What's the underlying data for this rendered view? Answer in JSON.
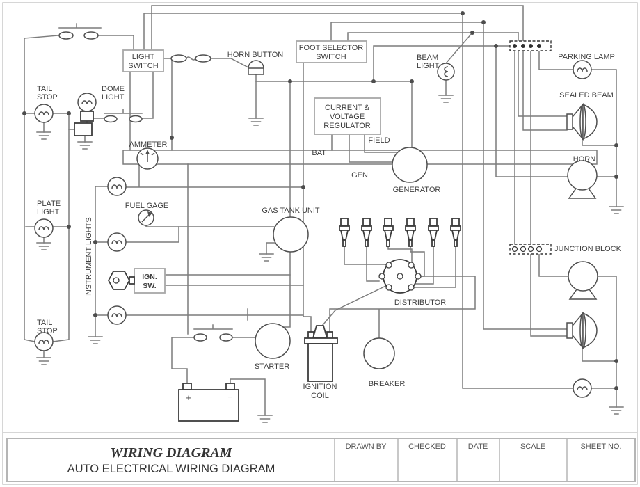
{
  "labels": {
    "tail_stop_top": [
      "TAIL",
      "STOP"
    ],
    "dome_light": [
      "DOME",
      "LIGHT"
    ],
    "light_switch": [
      "LIGHT",
      "SWITCH"
    ],
    "horn_button": "HORN BUTTON",
    "foot_selector_switch": [
      "FOOT SELECTOR",
      "SWITCH"
    ],
    "beam_light": [
      "BEAM",
      "LIGHT"
    ],
    "parking_lamp": "PARKING LAMP",
    "sealed_beam": "SEALED BEAM",
    "horn": "HORN",
    "junction_block": "JUNCTION BLOCK",
    "ammeter": "AMMETER",
    "regulator": [
      "CURRENT &",
      "VOLTAGE",
      "REGULATOR"
    ],
    "bat": "BAT",
    "field": "FIELD",
    "gen": "GEN",
    "generator": "GENERATOR",
    "fuel_gage": "FUEL GAGE",
    "gas_tank_unit": "GAS TANK UNIT",
    "instrument_lights": "INSTRUMENT LIGHTS",
    "ignition_switch": [
      "IGN.",
      "SW."
    ],
    "plate_light": [
      "PLATE",
      "LIGHT"
    ],
    "tail_stop_bottom": [
      "TAIL",
      "STOP"
    ],
    "distributor": "DISTRIBUTOR",
    "starter": "STARTER",
    "ignition_coil": [
      "IGNITION",
      "COIL"
    ],
    "breaker": "BREAKER",
    "battery_positive": "+",
    "battery_negative": "−"
  },
  "title_block": {
    "title": "WIRING DIAGRAM",
    "subtitle": "AUTO ELECTRICAL WIRING DIAGRAM",
    "columns": [
      "DRAWN BY",
      "CHECKED",
      "DATE",
      "SCALE",
      "SHEET NO."
    ]
  },
  "colors": {
    "wire": "#7c7c7c",
    "component_outline": "#4f4f4f",
    "dark_outline": "#3c3c3c",
    "text": "#3f3f3f",
    "box_border": "#a8a8a8",
    "frame": "#c9c9c9"
  }
}
